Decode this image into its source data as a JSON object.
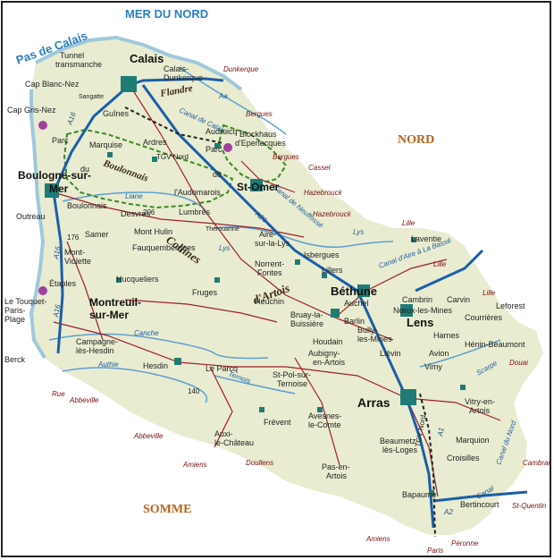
{
  "colors": {
    "land": "#e9ecd0",
    "sea": "#ffffff",
    "coast": "#9fc8dc",
    "water": "#5b9fd2",
    "road": "#a01e2a",
    "motorway": "#1a5fa8",
    "town": "#1f7b76",
    "park": "#3a8a23",
    "rail": "#222222"
  },
  "labels": {
    "sea": "MER DU NORD",
    "strait": "Pas de Calais",
    "nord": "NORD",
    "somme": "SOMME",
    "collines": "Collines",
    "artois": "d'Artois",
    "boulonnais": "Boulonnais",
    "flandre": "Flandre",
    "tgv": "TGV Nord",
    "tgv2": "TGV Nord",
    "canal_calais": "Canal de Calais",
    "canal_neuffosse": "Canal de Neuffossé",
    "canal_aire": "Canal d'Aire à La Bassé",
    "canal_nord": "Canal du Nord"
  },
  "water": {
    "liane": "Liane",
    "lys": "Lys",
    "lys2": "Lys",
    "canche": "Canche",
    "authie": "Authie",
    "ternois": "Ternois",
    "scarpe": "Scarpe",
    "aa": "Aa"
  },
  "roads": {
    "a16": "A16",
    "a16b": "A16",
    "a16c": "A16",
    "a26": "A26",
    "a1": "A1",
    "a2": "A2",
    "canal": "Canal"
  },
  "peaks": {
    "p206": "206",
    "p176": "176",
    "p140": "140"
  },
  "towns": {
    "calais": "Calais",
    "calais_dk1": "Calais-",
    "calais_dk2": "Dunkerque",
    "tunnel1": "Tunnel",
    "tunnel2": "transmanche",
    "blanc_nez": "Cap Blanc-Nez",
    "sangatte": "Sangatte",
    "gris_nez": "Cap Gris-Nez",
    "guines": "Guînes",
    "ardres": "Ardres",
    "audruicq": "Audruicq",
    "marquise": "Marquise",
    "parc1": "Parc",
    "parc2": "Parc",
    "du": "du",
    "de": "de",
    "blockhaus1": "Blockhaus",
    "blockhaus2": "d'Eperlecques",
    "boulogne1": "Boulogne-sur-",
    "boulogne2": "Mer",
    "outreau": "Outreau",
    "boulonnais_town": "Boulonnais",
    "desvres": "Desvres",
    "laudomarois": "l'Audomarois",
    "stomer": "St-Omer",
    "lumbres": "Lumbres",
    "therouanne": "Thérouanne",
    "mont_hulin": "Mont Hulin",
    "samer": "Samer",
    "mont1": "Mont-",
    "mont2": "Violette",
    "fauquembergues": "Fauquembergues",
    "aire1": "Aire-",
    "aire2": "sur-la-Lys",
    "isbergues": "Isbergues",
    "norrent1": "Norrent-",
    "norrent2": "Fontes",
    "lillers": "Lillers",
    "laventie": "Laventie",
    "etaples": "Étaples",
    "hucqueliers": "Hucqueliers",
    "letouquet1": "Le Touquet-",
    "letouquet2": "Paris-",
    "letouquet3": "Plage",
    "montreuil1": "Montreuil-",
    "montreuil2": "sur-Mer",
    "fruges": "Fruges",
    "heuchin": "Heuchin",
    "bethune": "Béthune",
    "auchel": "Auchel",
    "cambrin": "Cambrin",
    "carvin": "Carvin",
    "noeux": "Nœux-les-Mines",
    "bruay1": "Bruay-la-",
    "bruay2": "Buissière",
    "barlin": "Barlin",
    "lens": "Lens",
    "courrieres": "Courrières",
    "leforest": "Leforest",
    "berck": "Berck",
    "campagne1": "Campagne-",
    "campagne2": "lès-Hesdin",
    "hesdin": "Hesdin",
    "leparcq": "Le Parcq",
    "houdain": "Houdain",
    "bully1": "Bully-",
    "bully2": "les-Mines",
    "lievin": "Liévin",
    "harnes": "Harnes",
    "henin": "Hénin-Beaumont",
    "avion": "Avion",
    "vimy": "Vimy",
    "aubigny1": "Aubigny-",
    "aubigny2": "en-Artois",
    "stpol1": "St-Pol-sur-",
    "stpol2": "Ternoise",
    "arras": "Arras",
    "vitry1": "Vitry-en-",
    "vitry2": "Artois",
    "frevent": "Frévent",
    "avesnes1": "Avesnes-",
    "avesnes2": "le-Comte",
    "auxi1": "Auxi-",
    "auxi2": "le-Château",
    "marquion": "Marquion",
    "beaumetz1": "Beaumetz-",
    "beaumetz2": "lès-Loges",
    "croisilles": "Croisilles",
    "pasenartois1": "Pas-en-",
    "pasenartois2": "Artois",
    "bapaume": "Bapaume",
    "bertincourt": "Bertincourt"
  },
  "exits": {
    "dunkerque": "Dunkerque",
    "bergues1": "Bergues",
    "bergues2": "Bergues",
    "cassel": "Cassel",
    "hazebrouck1": "Hazebrouck",
    "hazebrouck2": "Hazebrouck",
    "lille1": "Lille",
    "lille2": "Lille",
    "lille3": "Lille",
    "douai": "Douai",
    "cambrai": "Cambrai",
    "stquentin": "St-Quentin",
    "peronne": "Péronne",
    "paris": "Paris",
    "amiens1": "Amiens",
    "amiens2": "Amiens",
    "doullens": "Doullens",
    "abbeville1": "Abbeville",
    "abbeville2": "Abbeville",
    "rue": "Rue"
  }
}
